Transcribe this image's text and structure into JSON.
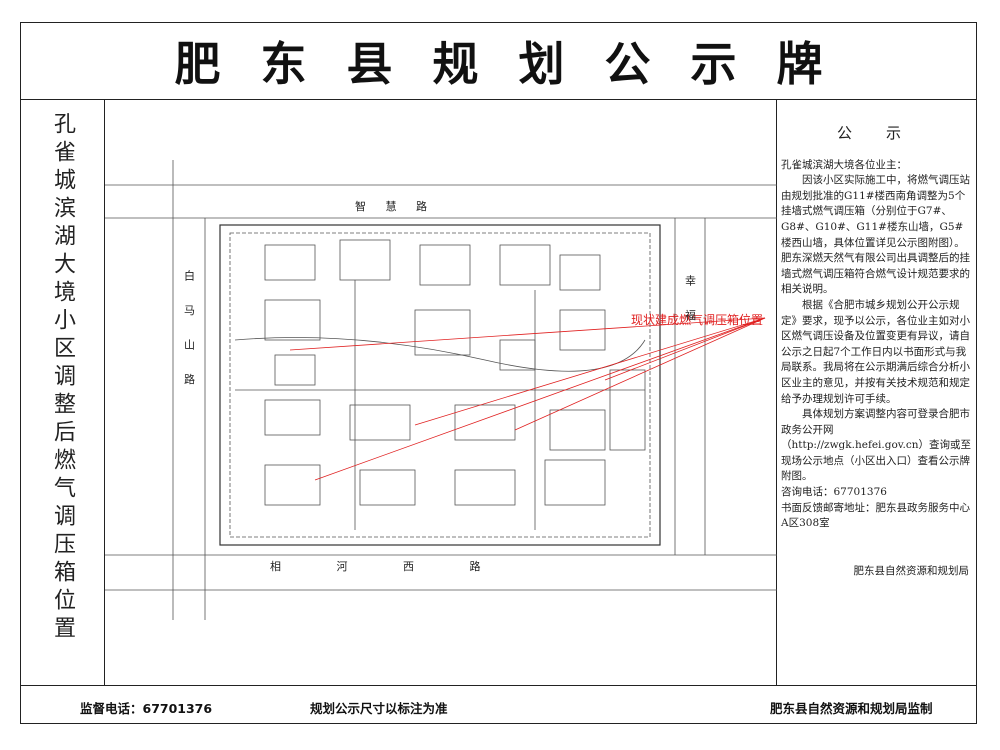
{
  "title": "肥东县规划公示牌",
  "side_title": "孔雀城滨湖大境小区调整后燃气调压箱位置",
  "map": {
    "road_north": "智 慧 路",
    "road_west": "白 马 山 路",
    "road_south": "相 河 西 路",
    "road_east": "幸 福",
    "callout": "现状建成燃气调压箱位置"
  },
  "notice": {
    "heading": "公示",
    "salutation": "孔雀城滨湖大境各位业主：",
    "para1": "因该小区实际施工中，将燃气调压站由规划批准的G11#楼西南角调整为5个挂墙式燃气调压箱（分别位于G7#、G8#、G10#、G11#楼东山墙，G5#楼西山墙，具体位置详见公示图附图）。肥东深燃天然气有限公司出具调整后的挂墙式燃气调压箱符合燃气设计规范要求的相关说明。",
    "para2": "根据《合肥市城乡规划公开公示规定》要求，现予以公示，各位业主如对小区燃气调压设备及位置变更有异议，请自公示之日起7个工作日内以书面形式与我局联系。我局将在公示期满后综合分析小区业主的意见，并按有关技术规范和规定给予办理规划许可手续。",
    "para3": "具体规划方案调整内容可登录合肥市政务公开网（http://zwgk.hefei.gov.cn）查询或至现场公示地点（小区出入口）查看公示牌附图。",
    "phone": "咨询电话：67701376",
    "address": "书面反馈邮寄地址：肥东县政务服务中心A区308室",
    "signature": "肥东县自然资源和规划局"
  },
  "footer": {
    "left": "监督电话：67701376",
    "center": "规划公示尺寸以标注为准",
    "right": "肥东县自然资源和规划局监制"
  },
  "colors": {
    "line": "#222222",
    "callout": "#e02020",
    "map_line": "#555555"
  }
}
